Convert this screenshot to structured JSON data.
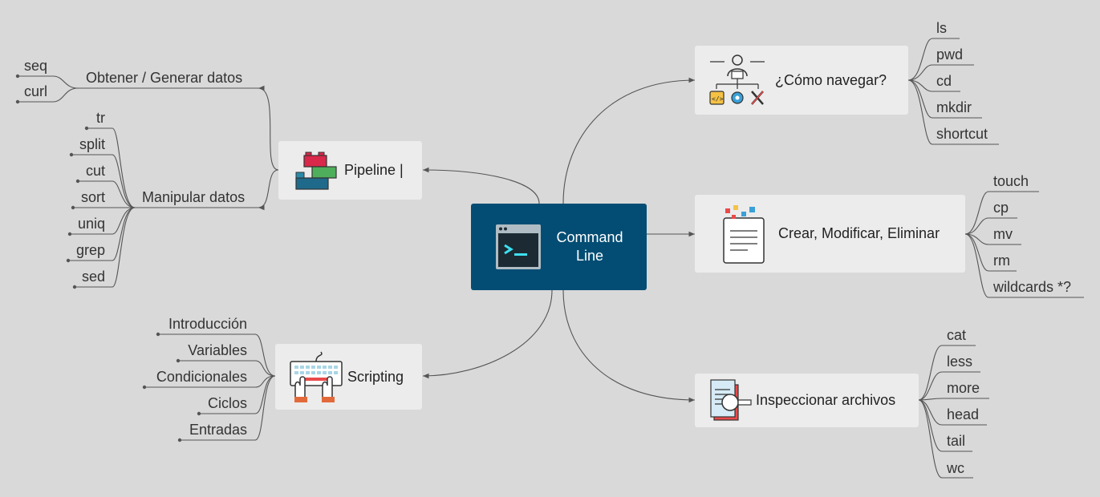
{
  "center": {
    "line1": "Command",
    "line2": "Line",
    "icon": "terminal-icon"
  },
  "colors": {
    "center": "#034d74",
    "node": "#ececec",
    "background": "#d9d9d9",
    "line": "#555555"
  },
  "nav": {
    "label": "¿Cómo navegar?",
    "icon": "developer-tools-icon",
    "items": [
      "ls",
      "pwd",
      "cd",
      "mkdir",
      "shortcut"
    ]
  },
  "crud": {
    "label": "Crear, Modificar, Eliminar",
    "icon": "clipboard-icon",
    "items": [
      "touch",
      "cp",
      "mv",
      "rm",
      "wildcards *?"
    ]
  },
  "inspect": {
    "label": "Inspeccionar archivos",
    "icon": "file-search-icon",
    "items": [
      "cat",
      "less",
      "more",
      "head",
      "tail",
      "wc"
    ]
  },
  "pipeline": {
    "label": "Pipeline |",
    "icon": "blocks-icon",
    "obtain": {
      "label": "Obtener / Generar datos",
      "items": [
        "seq",
        "curl"
      ]
    },
    "manip": {
      "label": "Manipular datos",
      "items": [
        "tr",
        "split",
        "cut",
        "sort",
        "uniq",
        "grep",
        "sed"
      ]
    }
  },
  "scripting": {
    "label": "Scripting",
    "icon": "keyboard-hands-icon",
    "items": [
      "Introducción",
      "Variables",
      "Condicionales",
      "Ciclos",
      "Entradas"
    ]
  }
}
